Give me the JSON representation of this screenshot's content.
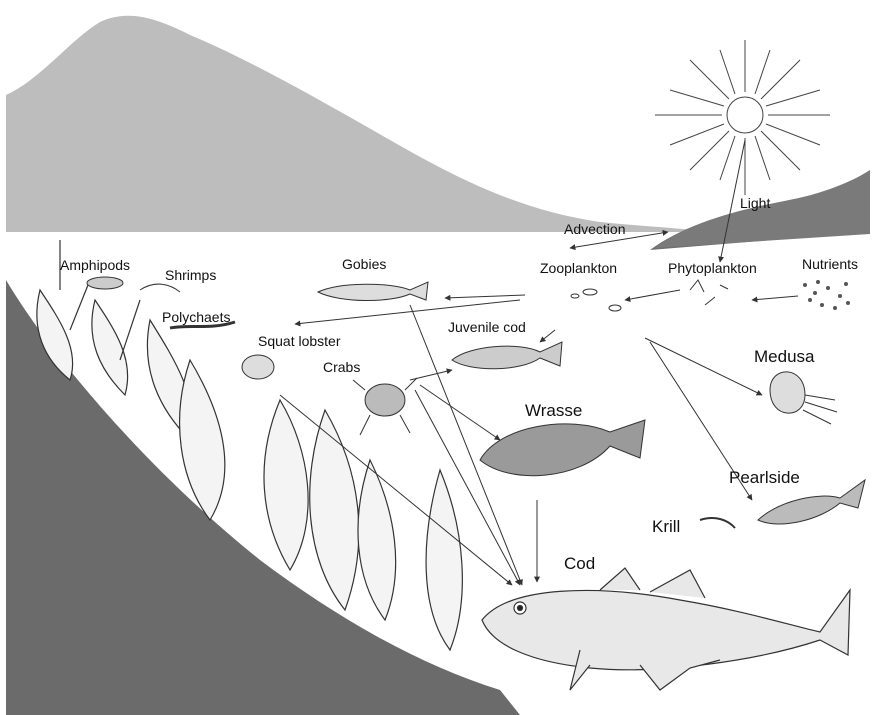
{
  "labels": {
    "light": "Light",
    "advection": "Advection",
    "amphipods": "Amphipods",
    "shrimps": "Shrimps",
    "polychaets": "Polychaets",
    "gobies": "Gobies",
    "zooplankton": "Zooplankton",
    "phytoplankton": "Phytoplankton",
    "nutrients": "Nutrients",
    "squat_lobster": "Squat lobster",
    "juvenile_cod": "Juvenile cod",
    "crabs": "Crabs",
    "medusa": "Medusa",
    "wrasse": "Wrasse",
    "pearlside": "Pearlside",
    "krill": "Krill",
    "cod": "Cod"
  }
}
